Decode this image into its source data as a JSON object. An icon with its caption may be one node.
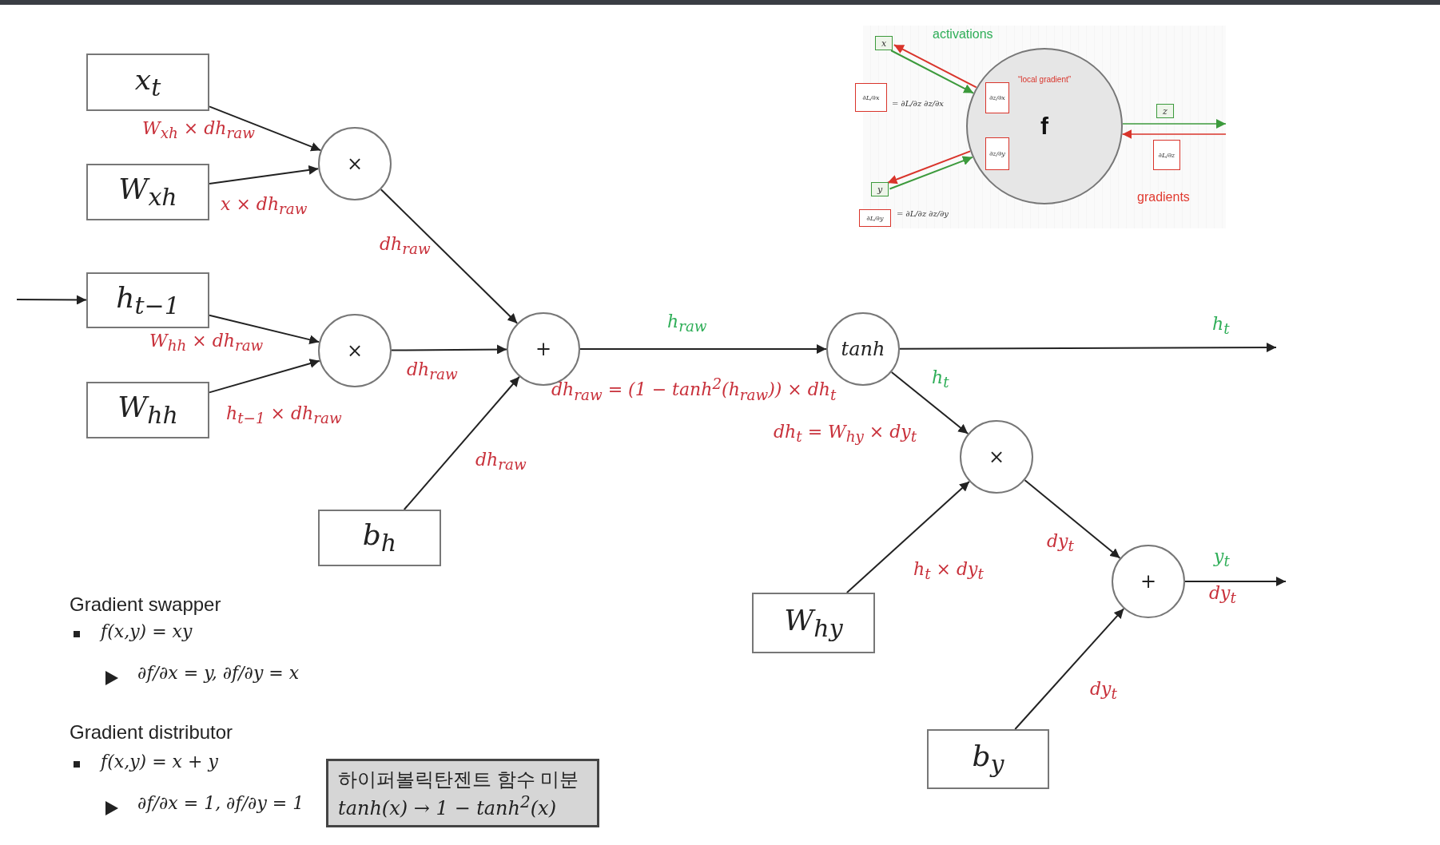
{
  "diagram": {
    "nodes": [
      {
        "text": [
          "x$_{t}$"
        ]
      },
      {
        "text": [
          "W$_{xh}$"
        ]
      },
      {
        "text": [
          "h$_{t−1}$"
        ]
      },
      {
        "text": [
          "W$_{hh}$"
        ]
      },
      {
        "text": [
          "×"
        ]
      },
      {
        "text": [
          "×"
        ]
      },
      {
        "text": [
          "+"
        ]
      },
      {
        "text": [
          "b$_{h}$"
        ]
      },
      {
        "text": [
          "tanh"
        ]
      },
      {
        "text": [
          "×"
        ]
      },
      {
        "text": [
          "W$_{hy}$"
        ]
      },
      {
        "text": [
          "+"
        ]
      },
      {
        "text": [
          "b$_{y}$"
        ]
      },
      {
        "text": [
          "하이퍼볼릭탄젠트 함수 미분",
          "tanh(x) → 1 − tanh$^{2}$(x)"
        ]
      },
      {
        "text": [
          "“local gradient”",
          "f"
        ]
      },
      {
        "text": [
          "x"
        ]
      },
      {
        "text": [
          "∂L/∂x"
        ],
        "beside": [
          "= ∂L/∂z ∂z/∂x"
        ]
      },
      {
        "text": [
          "∂z/∂x"
        ],
        "in": 14
      },
      {
        "text": [
          "∂z/∂y"
        ],
        "in": 14
      },
      {
        "text": [
          "y"
        ]
      },
      {
        "text": [
          "∂L/∂y"
        ],
        "beside": [
          "= ∂L/∂z ∂z/∂y"
        ]
      },
      {
        "text": [
          "z"
        ]
      },
      {
        "text": [
          "∂L/∂z"
        ]
      }
    ],
    "edges": [
      {
        "from": 0,
        "to": 4,
        "arrow": "to",
        "label": "W$_{xh}$ × dh$_{raw}$"
      },
      {
        "from": 1,
        "to": 4,
        "arrow": "to",
        "label": "x × dh$_{raw}$"
      },
      {
        "from": null,
        "to": 2,
        "arrow": "to"
      },
      {
        "from": 2,
        "to": 5,
        "arrow": "to",
        "label": "W$_{hh}$ × dh$_{raw}$"
      },
      {
        "from": 3,
        "to": 5,
        "arrow": "to",
        "label": "h$_{t−1}$ × dh$_{raw}$"
      },
      {
        "from": 4,
        "to": 6,
        "arrow": "to",
        "label": "dh$_{raw}$"
      },
      {
        "from": 5,
        "to": 6,
        "arrow": "to",
        "label": "dh$_{raw}$"
      },
      {
        "from": 7,
        "to": 6,
        "arrow": "to",
        "label": "dh$_{raw}$"
      },
      {
        "from": 6,
        "to": 8,
        "arrow": "to",
        "label": "h$_{raw}$"
      },
      {
        "from": 8,
        "to": null,
        "arrow": "to",
        "label": "h$_{t}$"
      },
      {
        "from": 8,
        "to": 9,
        "arrow": "to",
        "label": "h$_{t}$"
      },
      {
        "from": 10,
        "to": 9,
        "arrow": "to",
        "label": "h$_{t}$ × dy$_{t}$"
      },
      {
        "from": 9,
        "to": 11,
        "arrow": "to",
        "label": "dy$_{t}$"
      },
      {
        "from": 12,
        "to": 11,
        "arrow": "to",
        "label": "dy$_{t}$"
      },
      {
        "from": 11,
        "to": null,
        "arrow": "to",
        "label": "y$_{t}$"
      },
      {
        "from": 15,
        "to": 14,
        "arrow": "to",
        "color": "#3c9a3c"
      },
      {
        "from": 14,
        "to": 15,
        "arrow": "to",
        "color": "#d9342b"
      },
      {
        "from": 19,
        "to": 14,
        "arrow": "to",
        "color": "#3c9a3c"
      },
      {
        "from": 14,
        "to": 19,
        "arrow": "to",
        "color": "#d9342b"
      },
      {
        "from": 14,
        "to": null,
        "arrow": "to",
        "color": "#3c9a3c"
      },
      {
        "from": null,
        "to": 14,
        "arrow": "to",
        "color": "#d9342b"
      }
    ],
    "labels": [
      "activations",
      "gradients",
      "dh$_{raw}$ = (1 − tanh$^{2}$(h$_{raw}$)) × dh$_{t}$",
      "dh$_{t}$ = W$_{hy}$ × dy$_{t}$",
      "dy$_{t}$",
      "Gradient swapper",
      "f(x,y) = xy",
      "∂f/∂x = y, ∂f/∂y = x",
      "Gradient distributor",
      "f(x,y) = x + y",
      "∂f/∂x = 1, ∂f/∂y = 1"
    ]
  }
}
